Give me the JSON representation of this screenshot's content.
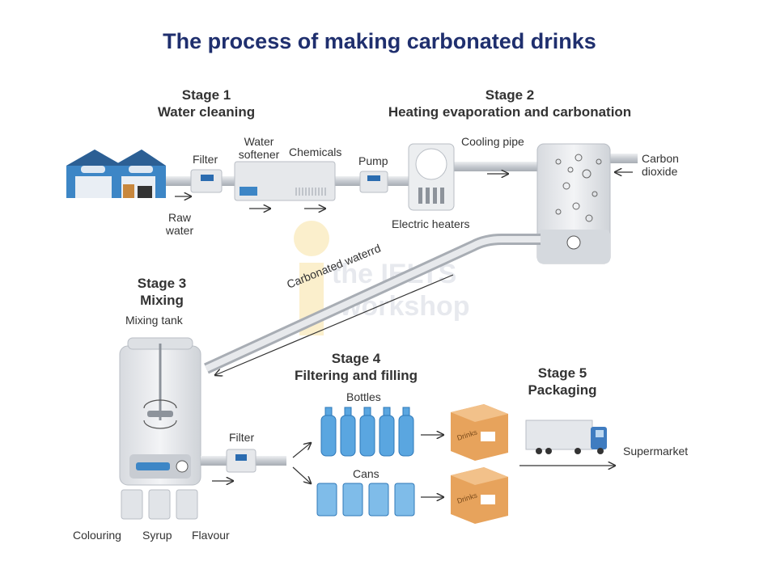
{
  "title": "The process of making carbonated drinks",
  "stages": {
    "s1": {
      "number": "Stage 1",
      "name": "Water cleaning"
    },
    "s2": {
      "number": "Stage 2",
      "name": "Heating evaporation and carbonation"
    },
    "s3": {
      "number": "Stage 3",
      "name": "Mixing"
    },
    "s4": {
      "number": "Stage 4",
      "name": "Filtering and filling"
    },
    "s5": {
      "number": "Stage 5",
      "name": "Packaging"
    }
  },
  "labels": {
    "filter_top": "Filter",
    "water_softener_1": "Water",
    "water_softener_2": "softener",
    "chemicals": "Chemicals",
    "pump": "Pump",
    "cooling_pipe": "Cooling pipe",
    "carbon_dioxide_1": "Carbon",
    "carbon_dioxide_2": "dioxide",
    "raw_water_1": "Raw",
    "raw_water_2": "water",
    "electric_heaters": "Electric heaters",
    "carbonated_water": "Carbonated waterrd",
    "mixing_tank": "Mixing tank",
    "filter_bottom": "Filter",
    "bottles": "Bottles",
    "cans": "Cans",
    "supermarket": "Supermarket",
    "colouring": "Colouring",
    "syrup": "Syrup",
    "flavour": "Flavour",
    "box_text": "Drinks"
  },
  "watermark": {
    "line1": "the IELTS",
    "line2": "workshop"
  },
  "colors": {
    "title": "#1f2f6e",
    "pipe": "#c9cdd2",
    "machine": "#e8eaed",
    "water": "#5aa6e0",
    "box": "#e7a35c",
    "truck": "#3f7cc0",
    "building": "#3d86c6",
    "watermark": "#f2c94c"
  },
  "icons": [
    "factory-icon",
    "filter-icon",
    "water-softener-icon",
    "pump-icon",
    "electric-heater-icon",
    "carbonation-tank-icon",
    "mixing-tank-icon",
    "bottle-icon",
    "can-icon",
    "box-icon",
    "truck-icon",
    "arrow-icon"
  ]
}
